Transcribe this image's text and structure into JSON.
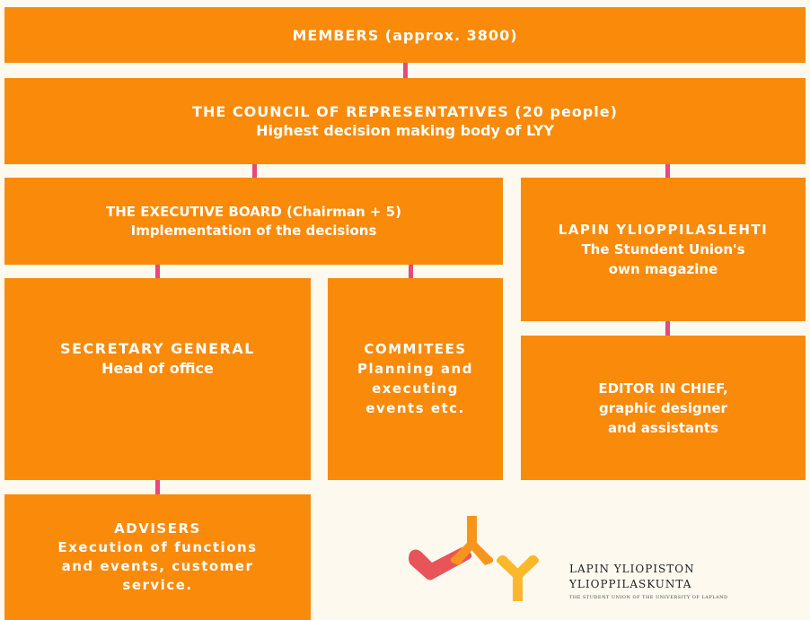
{
  "members": {
    "text": "MEMBERS (approx. 3800)"
  },
  "council": {
    "line1": "THE COUNCIL OF REPRESENTATIVES (20 people)",
    "line2": "Highest decision making body of LYY"
  },
  "executive_board": {
    "line1": "THE EXECUTIVE BOARD (Chairman + 5)",
    "line2": "Implementation of the decisions"
  },
  "magazine": {
    "line1": "LAPIN YLIOPPILASLEHTI",
    "line2": "The Stundent Union's",
    "line3": "own magazine"
  },
  "secretary_general": {
    "line1": "SECRETARY GENERAL",
    "line2": "Head of office"
  },
  "committees": {
    "line1": "COMMITEES",
    "line2": "Planning and",
    "line3": "executing",
    "line4": "events etc."
  },
  "editor": {
    "line1": "EDITOR IN CHIEF,",
    "line2": "graphic designer",
    "line3": "and assistants"
  },
  "advisers": {
    "line1": "ADVISERS",
    "line2": "Execution of functions",
    "line3": "and events, customer",
    "line4": "service."
  },
  "logo": {
    "line1": "LAPIN YLIOPISTON",
    "line2": "YLIOPPILASKUNTA",
    "line3": "THE STUDENT UNION OF THE UNIVERSITY OF LAPLAND"
  },
  "colors": {
    "box": "#f98a0a",
    "connector": "#e64a7a",
    "background": "#fdf9ef",
    "logo_red": "#e8545a",
    "logo_orange": "#f7941d",
    "logo_yellow": "#fbb82b"
  }
}
